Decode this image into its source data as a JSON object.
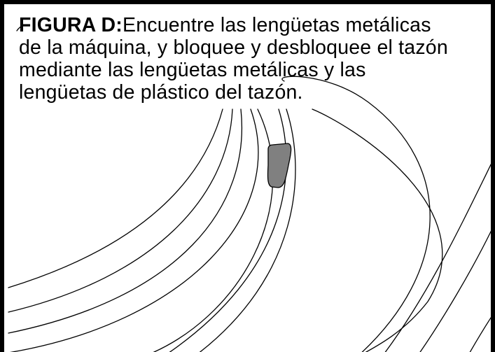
{
  "figure": {
    "label": "FIGURA D:",
    "lines": [
      "Encuentre las lengüetas metálicas",
      "de la máquina, y bloquee y desbloquee el tazón",
      "mediante las lengüetas metálicas y las",
      "lengüetas de plástico del tazón."
    ]
  },
  "colors": {
    "frame": "#000000",
    "line_art": "#000000",
    "metal_tab_fill": "#808080",
    "background": "#ffffff"
  }
}
